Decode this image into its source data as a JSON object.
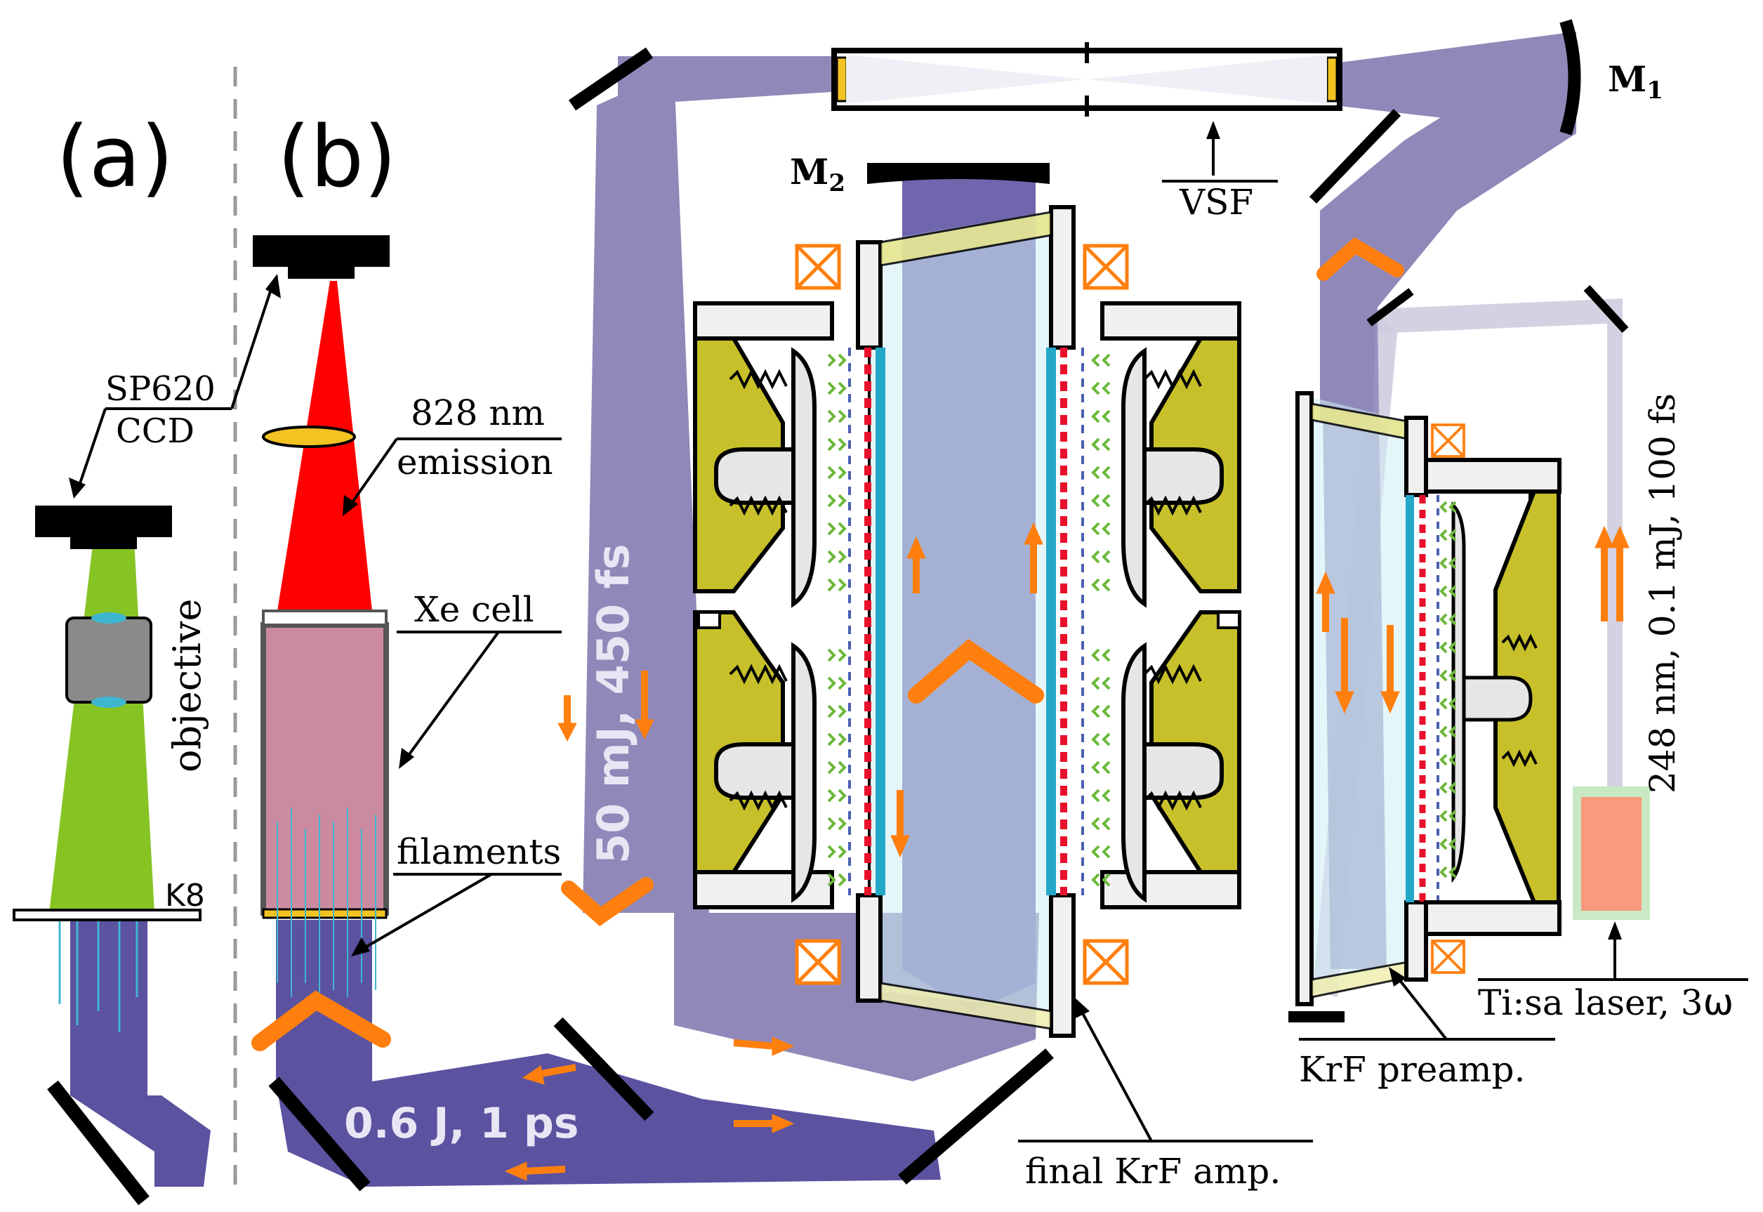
{
  "panels": {
    "a_label": "(a)",
    "b_label": "(b)"
  },
  "labels": {
    "sp620": "SP620",
    "ccd": "CCD",
    "objective": "objective",
    "k8": "K8",
    "emission_nm": "828 nm",
    "emission_word": "emission",
    "xe_cell": "Xe cell",
    "filaments": "filaments",
    "beam_50mj": "50 mJ, 450 fs",
    "beam_06j": "0.6 J, 1 ps",
    "m1_letter": "M",
    "m1_sub": "1",
    "m2_letter": "M",
    "m2_sub": "2",
    "vsf": "VSF",
    "final_amp": "final KrF amp.",
    "preamp": "KrF preamp.",
    "seed_beam": "248 nm, 0.1 mJ, 100 fs",
    "tisa_main": "Ti:sa laser, 3",
    "tisa_omega": "ω"
  },
  "colors": {
    "beam_uv": "#8f88b9",
    "beam_dark": "#5b52a0",
    "beam_final": "#6f66ad",
    "beam_seed": "#d4d2e2",
    "emission_red": "#ff0000",
    "fluorescence_green": "#86c424",
    "arrow_orange": "#ff7f0e",
    "electrode_olive": "#c7c02a",
    "xe_cell_pink": "#cc8aa0",
    "window_cyan": "#cfeef6",
    "tisa_salmon": "#f79a7d"
  }
}
